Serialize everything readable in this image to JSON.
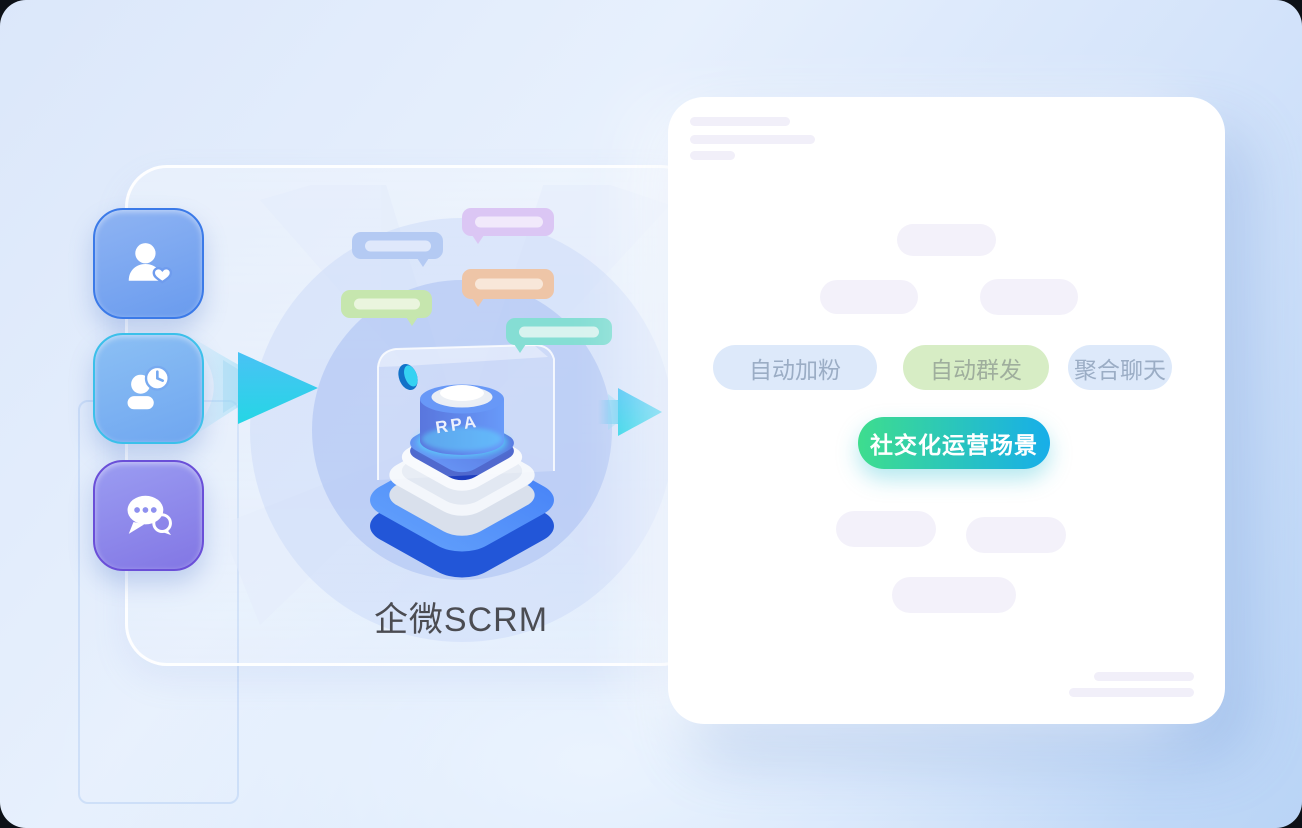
{
  "panel": {
    "label": "企微SCRM"
  },
  "machine": {
    "label": "RPA"
  },
  "icons": [
    {
      "name": "user-heart-icon"
    },
    {
      "name": "user-clock-icon"
    },
    {
      "name": "chat-dots-icon"
    }
  ],
  "card": {
    "tags": [
      {
        "label": "自动加粉"
      },
      {
        "label": "自动群发"
      },
      {
        "label": "聚合聊天"
      }
    ],
    "cta": {
      "label": "社交化运营场景"
    }
  },
  "colors": {
    "arrowCyan": "#35c9ef",
    "bubbleBlue": "#b4caf3",
    "bubbleBlueBar": "#dfe8fb",
    "bubblePurple": "#dbc6f4",
    "bubblePurpleBar": "#f1e9fb",
    "bubbleOrange": "#eec5a7",
    "bubbleOrangeBar": "#f8e7d9",
    "bubbleGreen": "#c6e6ae",
    "bubbleGreenBar": "#eaf5de",
    "bubbleTeal": "#85ded4",
    "bubbleTealBar": "#d8f3ef",
    "tagBlueBg": "#dde9fa",
    "tagGreenBg": "#d7edc5",
    "tagText": "#9badc5",
    "tagGreenText": "#9fae9d",
    "ctaStart": "#3edd8e",
    "ctaEnd": "#17aee9",
    "ctaText": "#ffffff",
    "skeleton": "#f1eff9",
    "pill": "#f3f1fa",
    "panelLabelColor": "#4b4c52",
    "machineBlue": "#3e7cf5",
    "machineDeepBlue": "#2b50d4",
    "glowCyan": "#2fd6ff",
    "iconBlueBorder": "#3b7ae8",
    "iconCyanBorder": "#3bc0ea",
    "iconPurpleBorder": "#6a4fd8",
    "cardBg": "#ffffff"
  }
}
